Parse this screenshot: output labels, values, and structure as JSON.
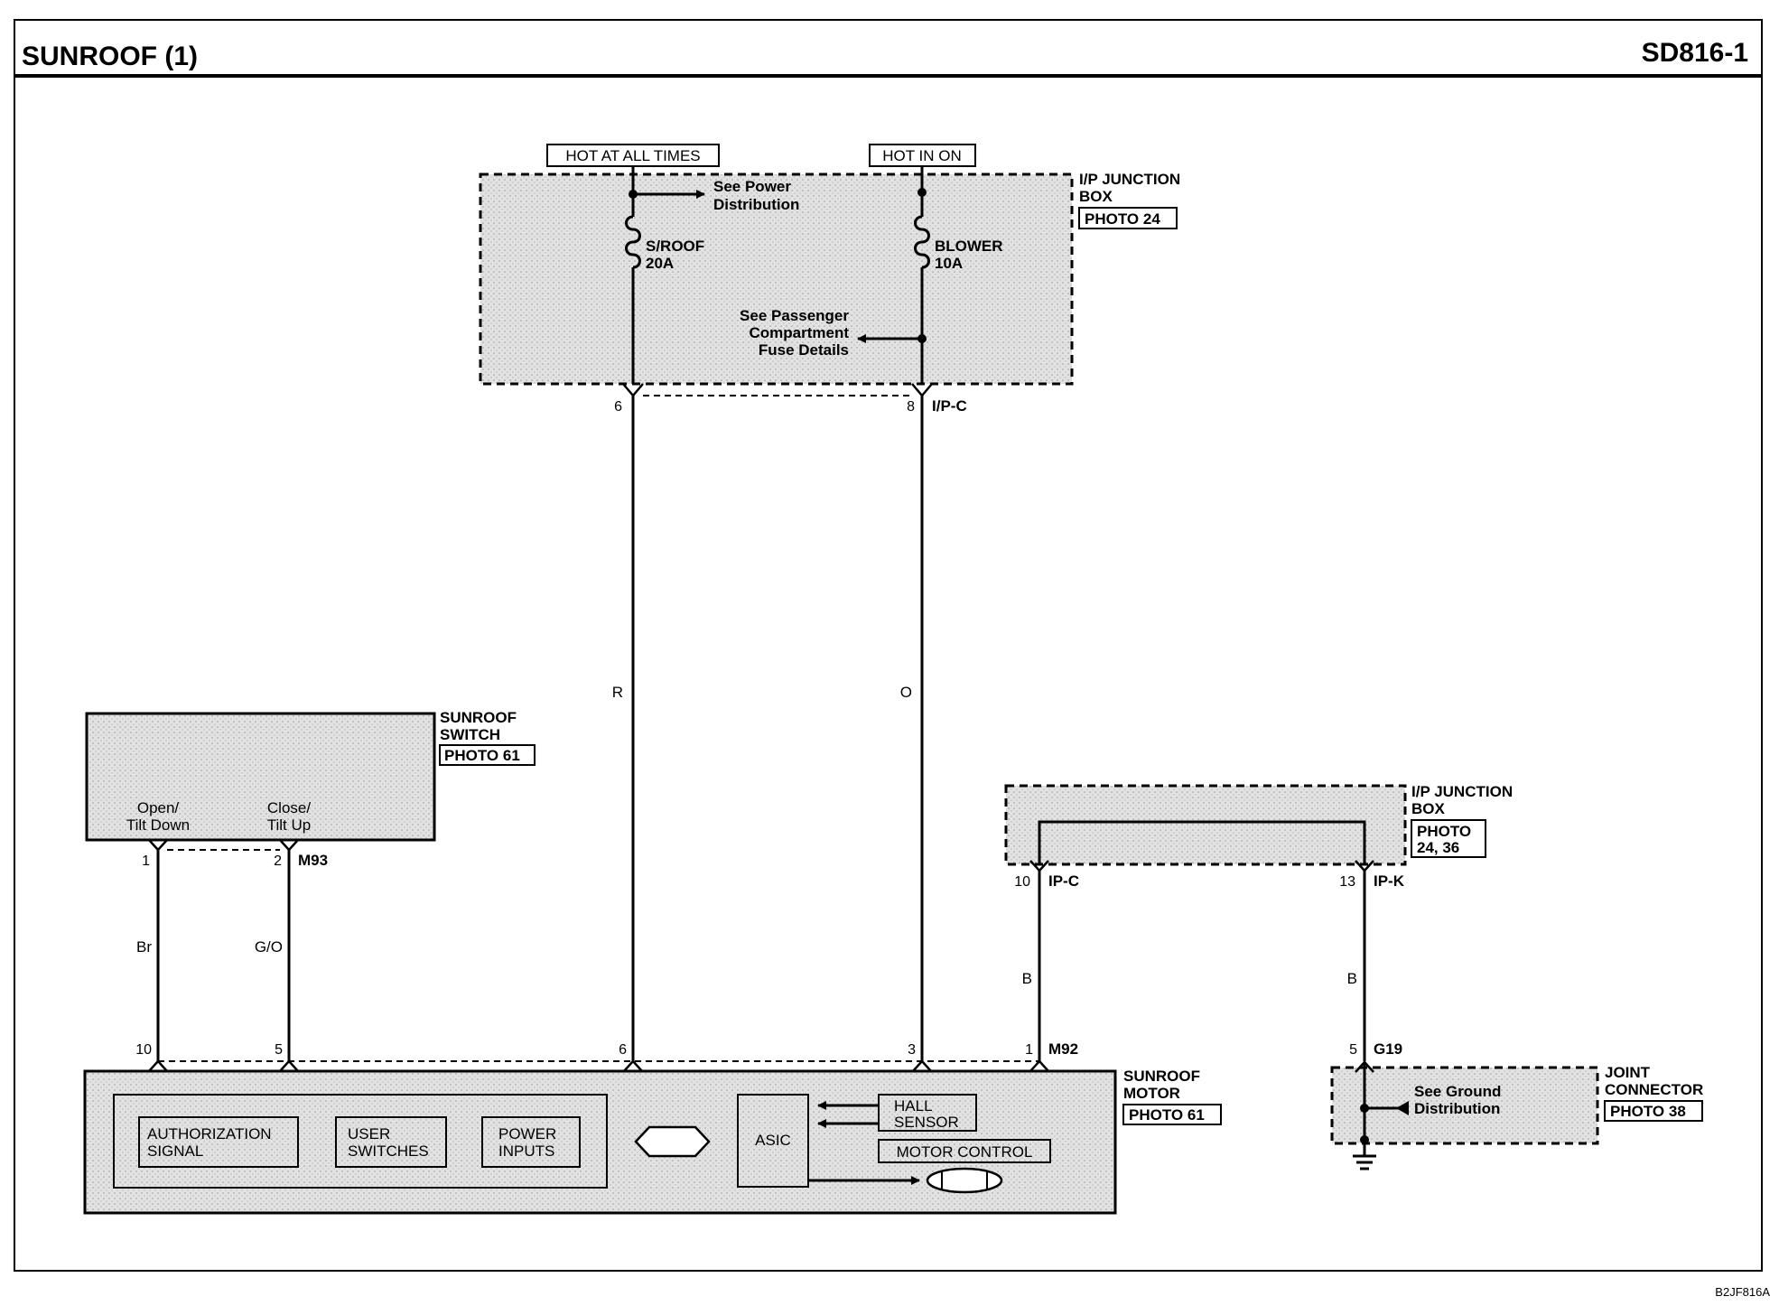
{
  "header": {
    "title": "SUNROOF (1)",
    "page_code": "SD816-1"
  },
  "footer": {
    "figure_code": "B2JF816A"
  },
  "top_junction": {
    "hot_at_all_times": "HOT AT ALL TIMES",
    "hot_in_on": "HOT IN ON",
    "name_line1": "I/P JUNCTION",
    "name_line2": "BOX",
    "photo": "PHOTO 24",
    "see_power_line1": "See Power",
    "see_power_line2": "Distribution",
    "fuse1_name": "S/ROOF",
    "fuse1_rating": "20A",
    "fuse2_name": "BLOWER",
    "fuse2_rating": "10A",
    "see_pass_line1": "See Passenger",
    "see_pass_line2": "Compartment",
    "see_pass_line3": "Fuse Details",
    "pin_left": "6",
    "pin_right": "8",
    "connector": "I/P-C"
  },
  "wires": {
    "red": "R",
    "orange": "O",
    "brown": "Br",
    "green_orange": "G/O",
    "black1": "B",
    "black2": "B"
  },
  "sunroof_switch": {
    "name_line1": "SUNROOF",
    "name_line2": "SWITCH",
    "photo": "PHOTO 61",
    "open_line1": "Open/",
    "open_line2": "Tilt Down",
    "close_line1": "Close/",
    "close_line2": "Tilt Up",
    "pin1": "1",
    "pin2": "2",
    "connector": "M93"
  },
  "mid_junction": {
    "name_line1": "I/P JUNCTION",
    "name_line2": "BOX",
    "photo_line1": "PHOTO",
    "photo_line2": "24, 36",
    "pin_left": "10",
    "conn_left": "IP-C",
    "pin_right": "13",
    "conn_right": "IP-K"
  },
  "sunroof_motor": {
    "name_line1": "SUNROOF",
    "name_line2": "MOTOR",
    "photo": "PHOTO 61",
    "pin10": "10",
    "pin5": "5",
    "pin6": "6",
    "pin3": "3",
    "pin1": "1",
    "connector": "M92",
    "auth_line1": "AUTHORIZATION",
    "auth_line2": "SIGNAL",
    "user_line1": "USER",
    "user_line2": "SWITCHES",
    "power_line1": "POWER",
    "power_line2": "INPUTS",
    "asic": "ASIC",
    "hall_line1": "HALL",
    "hall_line2": "SENSOR",
    "motor_control": "MOTOR CONTROL"
  },
  "joint_connector": {
    "name_line1": "JOINT",
    "name_line2": "CONNECTOR",
    "photo": "PHOTO 38",
    "pin": "5",
    "connector": "G19",
    "see_ground_line1": "See Ground",
    "see_ground_line2": "Distribution"
  }
}
